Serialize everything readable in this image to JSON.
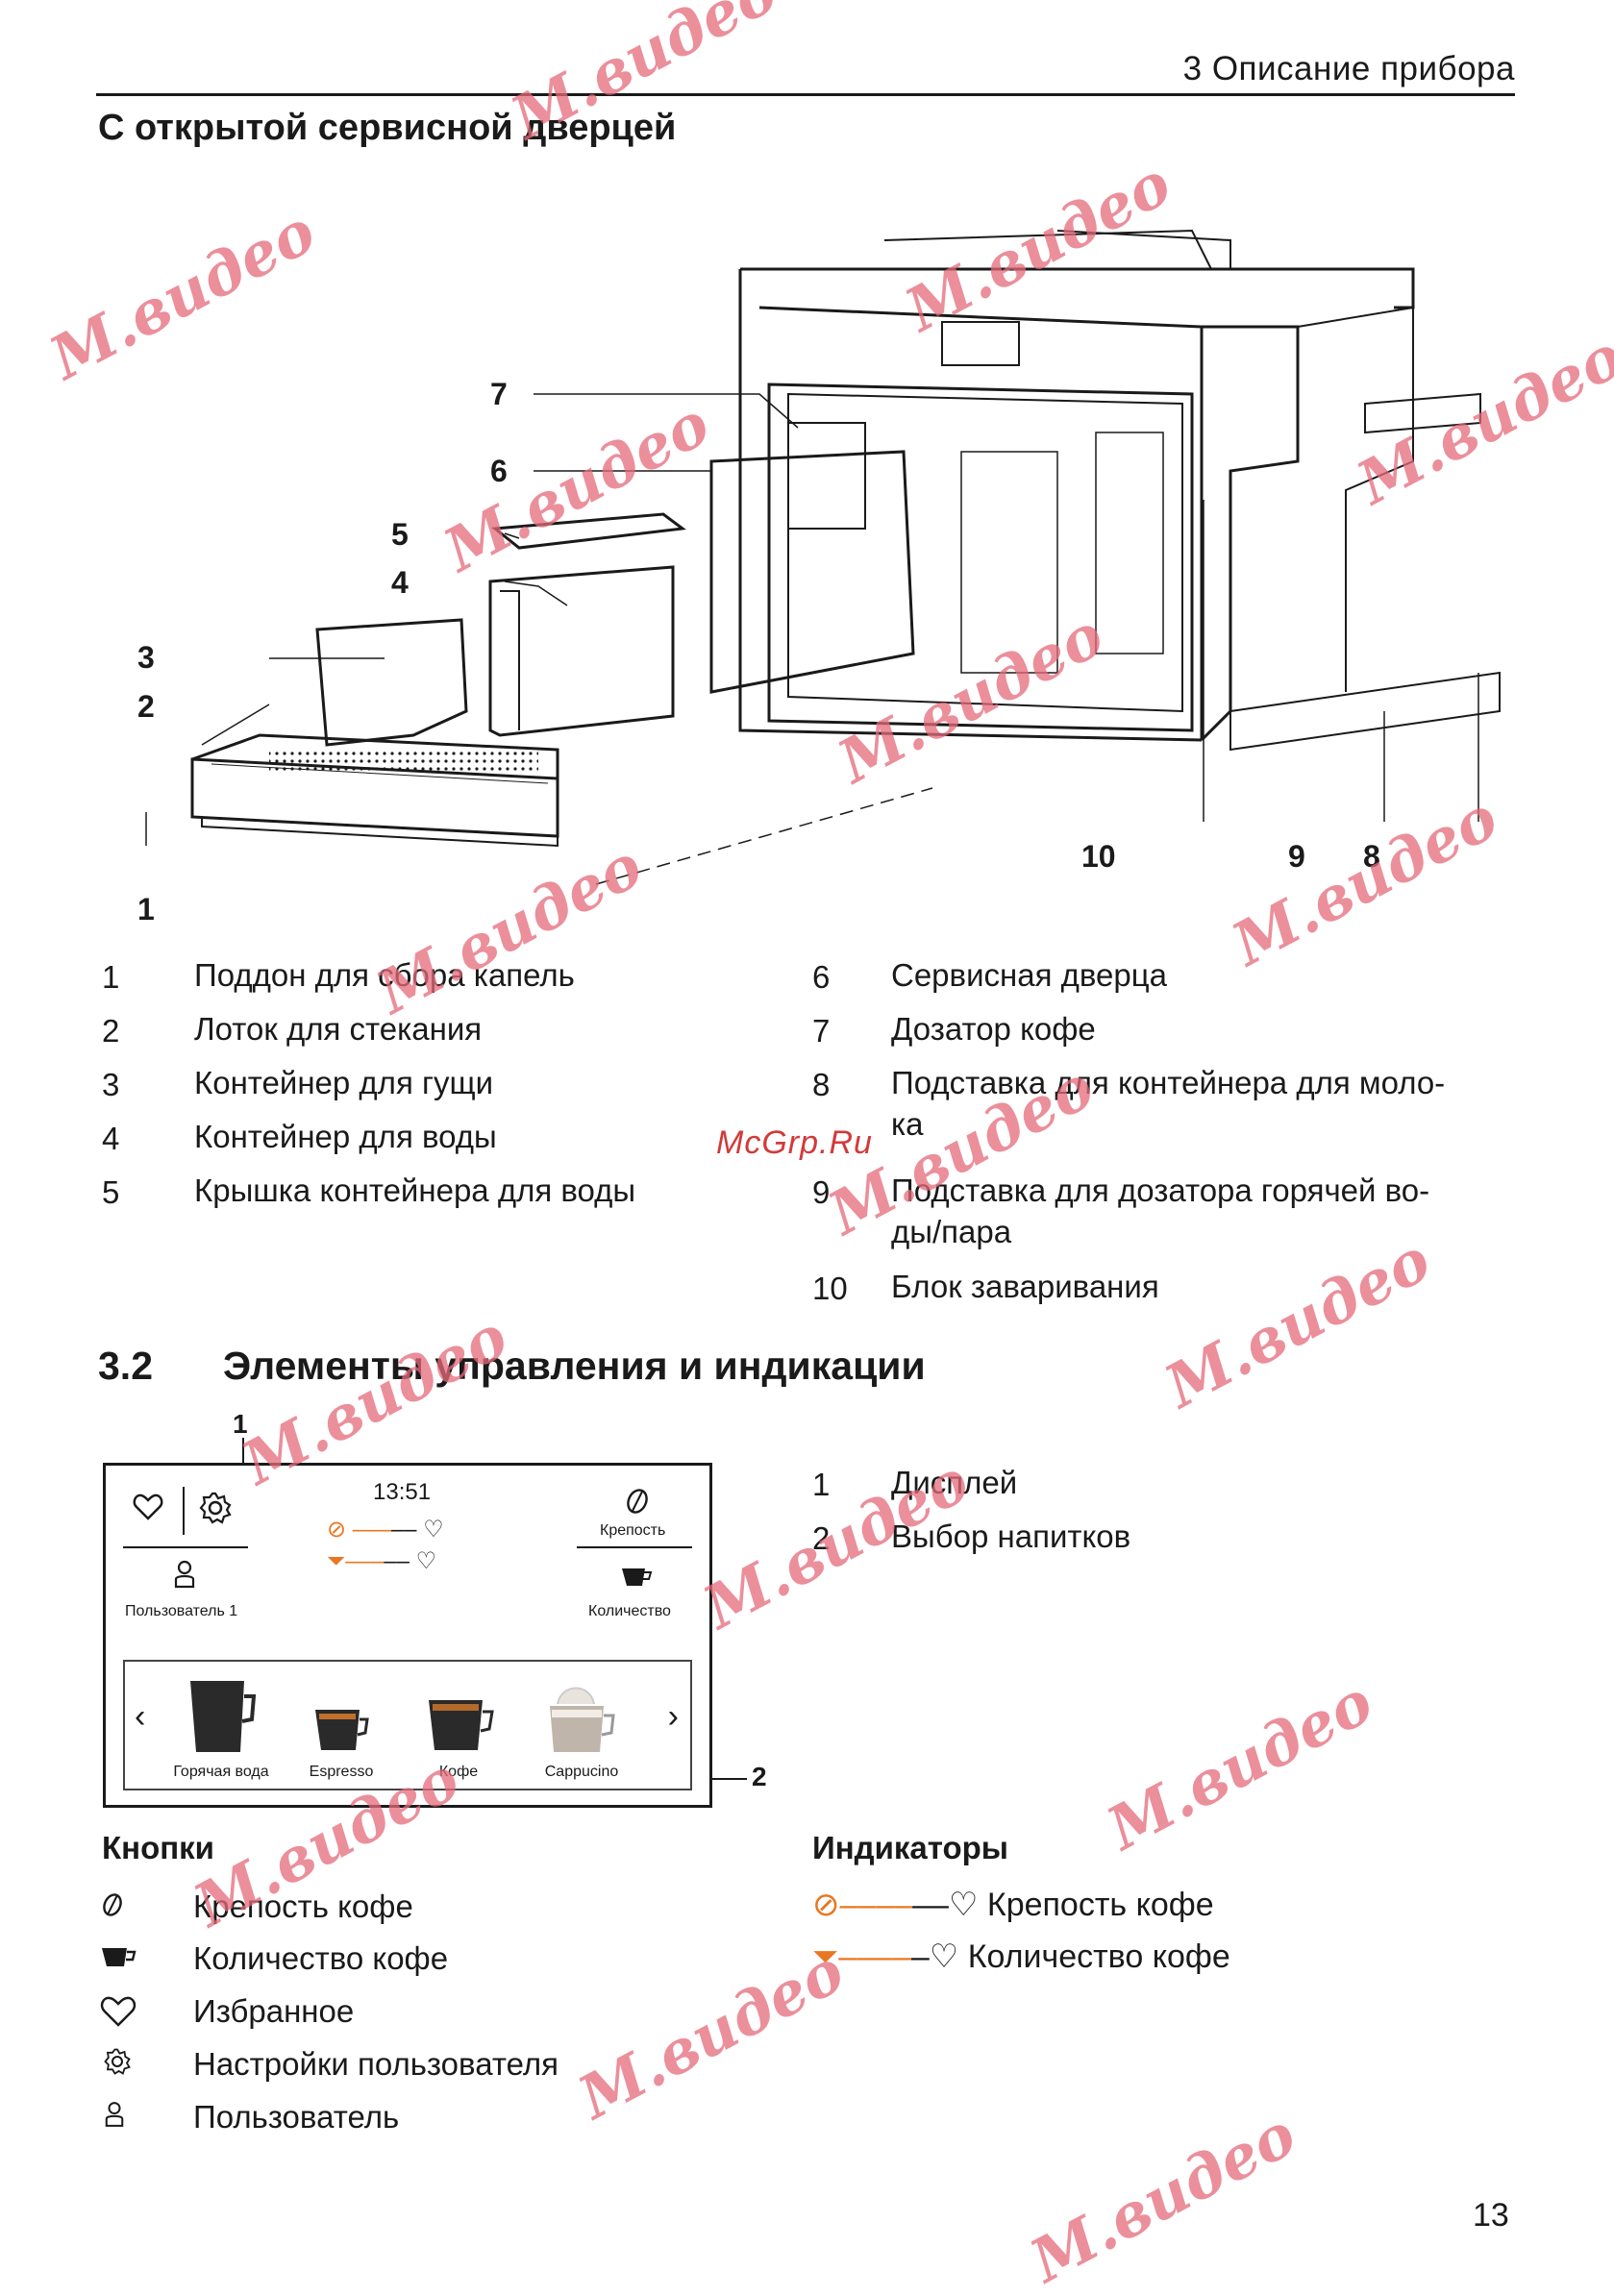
{
  "header": {
    "chapter": "3 Описание прибора"
  },
  "subsection_title": "С открытой сервисной дверцей",
  "figure1": {
    "callouts": [
      "1",
      "2",
      "3",
      "4",
      "5",
      "6",
      "7",
      "8",
      "9",
      "10"
    ]
  },
  "parts_left": [
    {
      "num": "1",
      "label": "Поддон для сбора капель"
    },
    {
      "num": "2",
      "label": "Лоток для стекания"
    },
    {
      "num": "3",
      "label": "Контейнер для гущи"
    },
    {
      "num": "4",
      "label": "Контейнер для воды"
    },
    {
      "num": "5",
      "label": "Крышка контейнера для воды"
    }
  ],
  "parts_right": [
    {
      "num": "6",
      "label": "Сервисная дверца"
    },
    {
      "num": "7",
      "label": "Дозатор кофе"
    },
    {
      "num": "8",
      "label": "Подставка для контейнера для моло-",
      "label2": "ка"
    },
    {
      "num": "9",
      "label": "Подставка для дозатора горячей во-",
      "label2": "ды/пара"
    },
    {
      "num": "10",
      "label": "Блок заваривания"
    }
  ],
  "section": {
    "number": "3.2",
    "title": "Элементы управления и индикации"
  },
  "display": {
    "callout_top": "1",
    "callout_right": "2",
    "time": "13:51",
    "strength_label": "Крепость",
    "user_label": "Пользователь 1",
    "quantity_label": "Количество",
    "drinks": [
      "Горячая вода",
      "Espresso",
      "Кофе",
      "Cappucino"
    ]
  },
  "display_legend": [
    {
      "num": "1",
      "label": "Дисплей"
    },
    {
      "num": "2",
      "label": "Выбор напитков"
    }
  ],
  "buttons": {
    "title": "Кнопки",
    "items": [
      {
        "icon": "bean-icon",
        "label": "Крепость кофе"
      },
      {
        "icon": "cup-icon",
        "label": "Количество кофе"
      },
      {
        "icon": "heart-icon",
        "label": "Избранное"
      },
      {
        "icon": "gear-icon",
        "label": "Настройки пользователя"
      },
      {
        "icon": "user-icon",
        "label": "Пользователь"
      }
    ]
  },
  "indicators": {
    "title": "Индикаторы",
    "items": [
      {
        "label": "Крепость кофе"
      },
      {
        "label": "Количество кофе"
      }
    ]
  },
  "watermarks": {
    "brand": "М.видео",
    "site": "McGrp.Ru"
  },
  "page_number": "13"
}
